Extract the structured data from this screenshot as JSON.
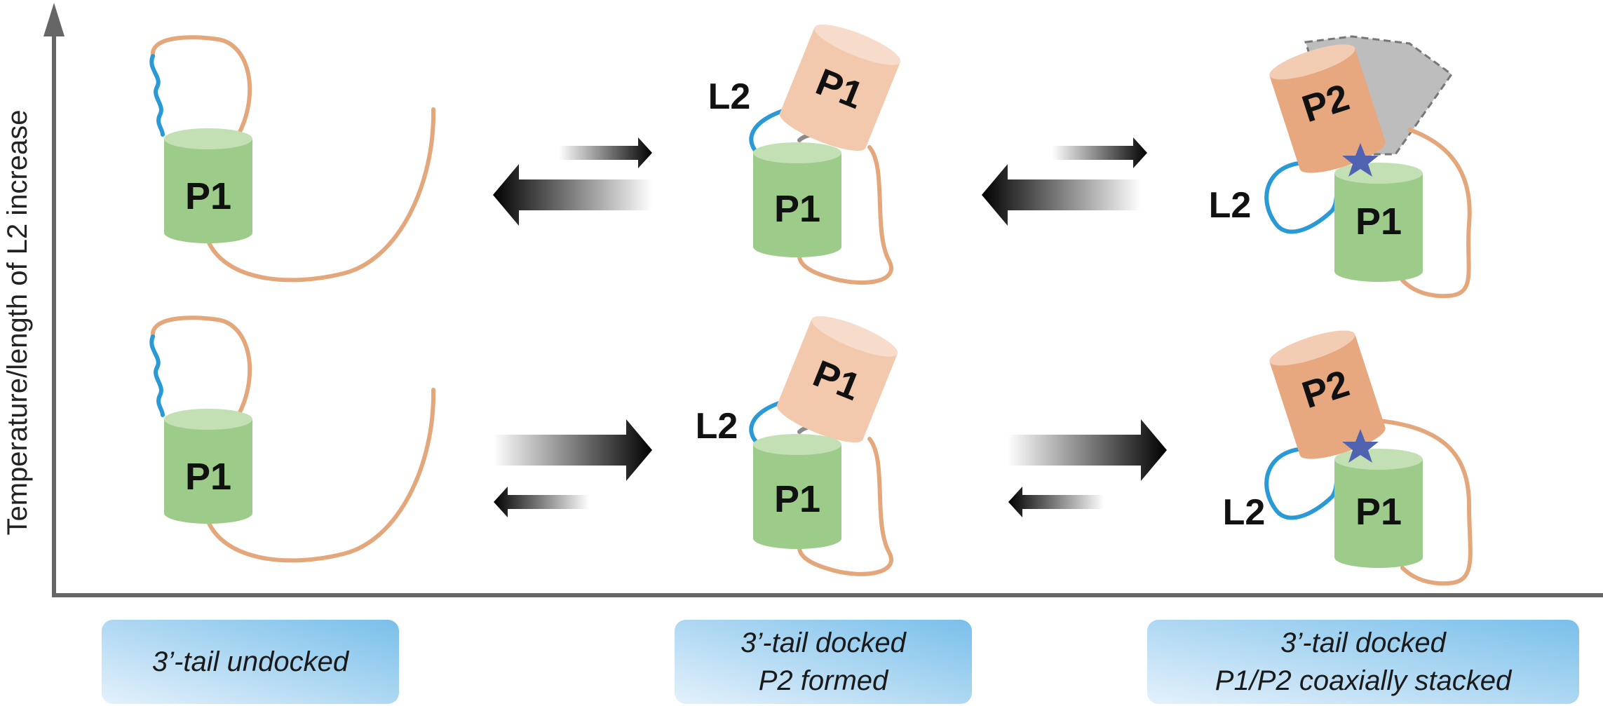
{
  "axis": {
    "y_label": "Temperature/length of L2 increase"
  },
  "labels": {
    "p1": "P1",
    "p2": "P2",
    "l2": "L2"
  },
  "states": [
    {
      "lines": [
        "3’-tail undocked"
      ]
    },
    {
      "lines": [
        "3’-tail docked",
        "P2 formed"
      ]
    },
    {
      "lines": [
        "3’-tail docked",
        "P1/P2 coaxially stacked"
      ]
    }
  ],
  "colors": {
    "p1_cylinder": "#9dcb8a",
    "p1_top": "#c3e0b4",
    "p1_tilted": "#f3c9ad",
    "p2_cylinder": "#e7a77f",
    "strand": "#e3a77b",
    "loop": "#2a9ad6",
    "star": "#4f63b0",
    "ghost": "#bdbdbd",
    "box_top": "#dcecf8",
    "box_bottom": "#7cc0ea"
  }
}
